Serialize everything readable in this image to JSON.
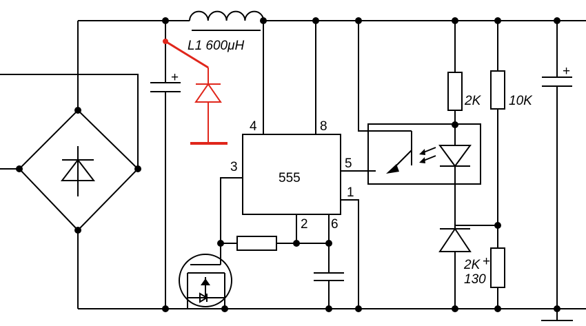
{
  "inductor": {
    "label": "L1 600μH"
  },
  "ic": {
    "label": "555",
    "pins": {
      "p4": "4",
      "p8": "8",
      "p3": "3",
      "p5": "5",
      "p1": "1",
      "p2": "2",
      "p6": "6"
    }
  },
  "resistors": {
    "r_led": "2K",
    "r_div_top": "10K",
    "r_bottom_a": "2K",
    "r_bottom_b": "130"
  },
  "capacitor_polarity": {
    "left": "+",
    "right": "+",
    "trim": "+"
  },
  "colors": {
    "wire": "#000000",
    "highlight": "#e0261b"
  }
}
